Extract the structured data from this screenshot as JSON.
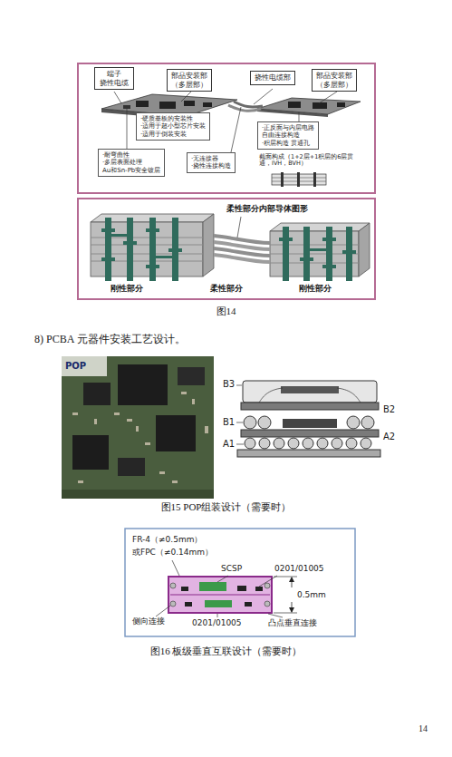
{
  "diagram": {
    "nodes": [
      {
        "text": [
          "端子 挠性电缆"
        ]
      },
      {
        "text": [
          "部品安装部（多层部）"
        ]
      },
      {
        "text": [
          "挠性电缆部"
        ]
      },
      {
        "text": [
          "部品安装部（多层部）"
        ]
      },
      {
        "text": [
          "·硬质基板的安装性",
          "·适用于超小型芯片安装",
          "·适用于倒装安装"
        ]
      },
      {
        "text": [
          "·耐弯曲性",
          "·多层表面处理",
          "Au和Sn-Pb安全镀层"
        ]
      },
      {
        "text": [
          "·无连接器",
          "·挠性连接构造"
        ]
      },
      {
        "text": [
          "·正反面与内层电路",
          "自由连接构造",
          "·积层构造 贯通孔"
        ]
      }
    ],
    "labels": [
      "截面构成（1+2层+1积层的6层贯通，IVH，BVH）",
      "柔性部分内部导体图形",
      "刚性部分",
      "柔性部分",
      "刚性部分",
      "图14",
      "8) PCBA 元器件安装工艺设计。",
      "POP",
      "B3",
      "B2",
      "B1",
      "A2",
      "A1",
      "图15 POP组装设计（需要时）",
      "FR-4（≠0.5mm）",
      "或FPC（≠0.14mm）",
      "SCSP",
      "0201/01005",
      "0.5mm",
      "侧向连接",
      "0201/01005",
      "凸点垂直连接",
      "图16 板级垂直互联设计（需要时）",
      "14"
    ]
  }
}
